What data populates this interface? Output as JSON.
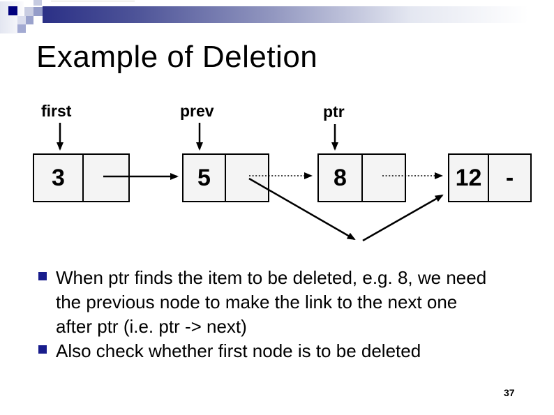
{
  "slide": {
    "title": "Example of Deletion",
    "page_number": "37"
  },
  "diagram": {
    "pointers": [
      {
        "label": "first"
      },
      {
        "label": "prev"
      },
      {
        "label": "ptr"
      }
    ],
    "nodes": [
      {
        "value": "3",
        "next": ""
      },
      {
        "value": "5",
        "next": ""
      },
      {
        "value": "8",
        "next": ""
      },
      {
        "value": "12",
        "next": "-"
      }
    ],
    "links": [
      {
        "name": "node1-to-node2",
        "style": "solid"
      },
      {
        "name": "node2-to-node3-old",
        "style": "dotted"
      },
      {
        "name": "node3-to-node4-old",
        "style": "dotted"
      },
      {
        "name": "node2-to-node4-new",
        "style": "solid-v-shaped"
      }
    ]
  },
  "bullets": [
    {
      "text": "When ptr finds the item to be deleted, e.g. 8, we need\nthe previous node to make the link to the next one\nafter ptr (i.e. ptr -> next)"
    },
    {
      "text": "Also check whether first node is to be deleted"
    }
  ],
  "colors": {
    "accent-navy": "#00007d",
    "bar-dark": "#2b3086",
    "bullet-navy": "#181c8c",
    "node-fill": "#f4f4f4",
    "line-color": "#000000"
  }
}
